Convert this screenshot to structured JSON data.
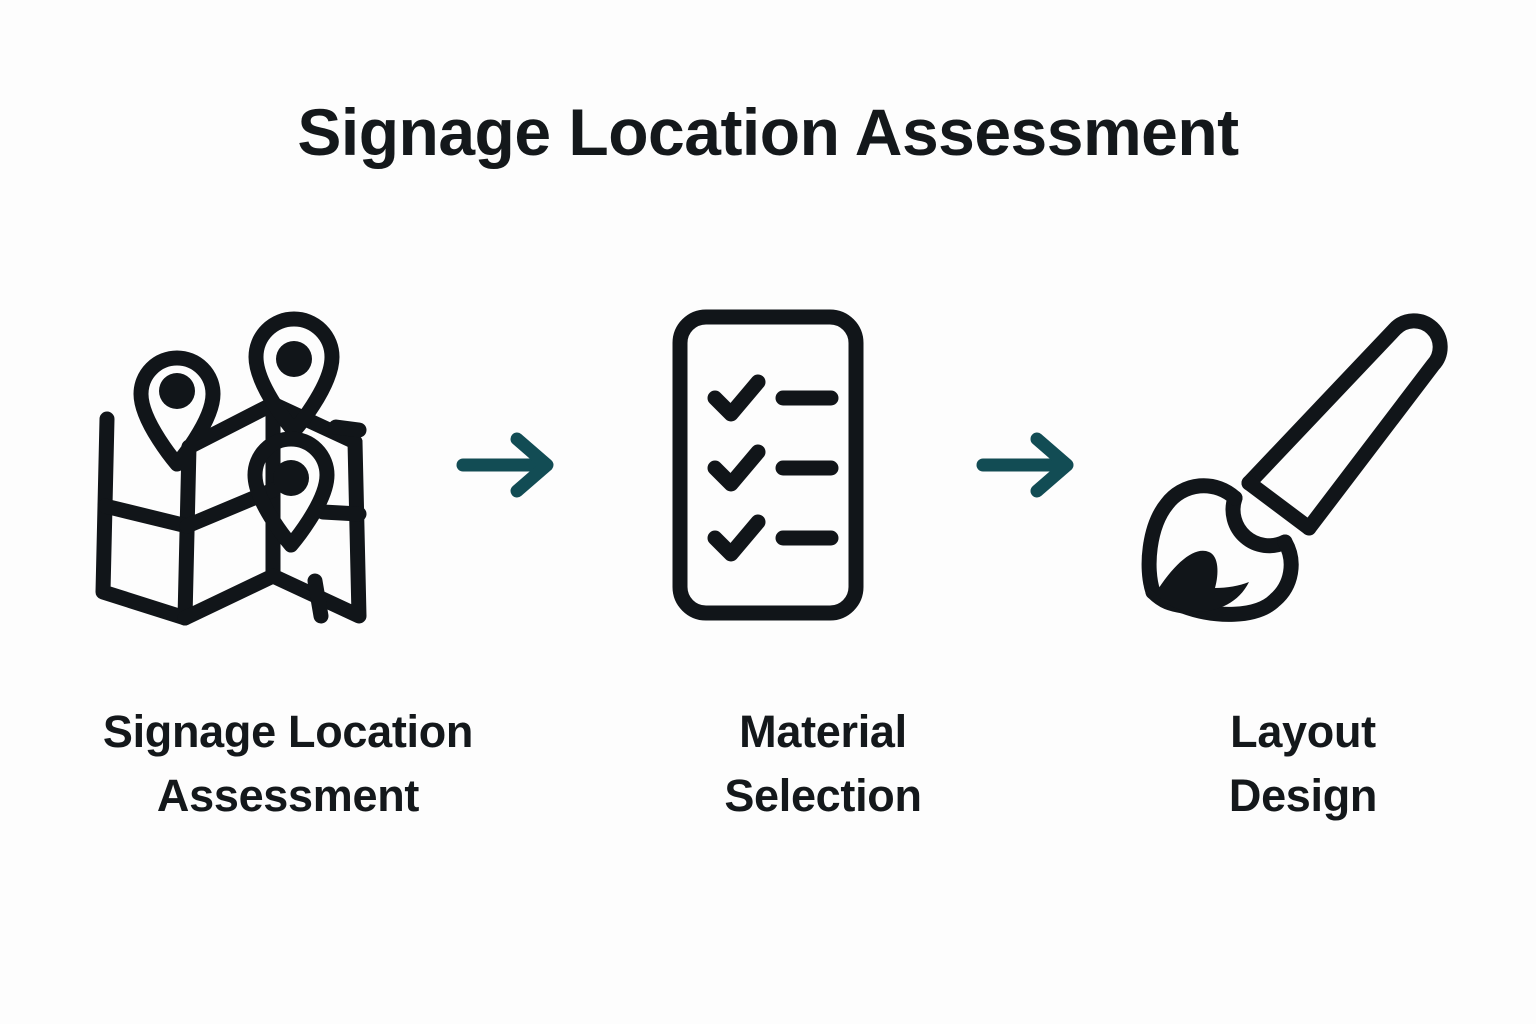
{
  "page": {
    "title": "Signage Location Assessment",
    "background_color": "#fdfdfd",
    "text_color": "#14181b",
    "accent_color": "#124c54",
    "icon_color": "#111519"
  },
  "flow": {
    "steps": [
      {
        "icon": "map-with-location-pins-icon",
        "label_line1": "Signage Location",
        "label_line2": "Assessment"
      },
      {
        "icon": "checklist-document-icon",
        "label_line1": "Material",
        "label_line2": "Selection"
      },
      {
        "icon": "paintbrush-icon",
        "label_line1": "Layout",
        "label_line2": "Design"
      }
    ],
    "connectors": [
      {
        "icon": "arrow-right-icon"
      },
      {
        "icon": "arrow-right-icon"
      }
    ]
  }
}
